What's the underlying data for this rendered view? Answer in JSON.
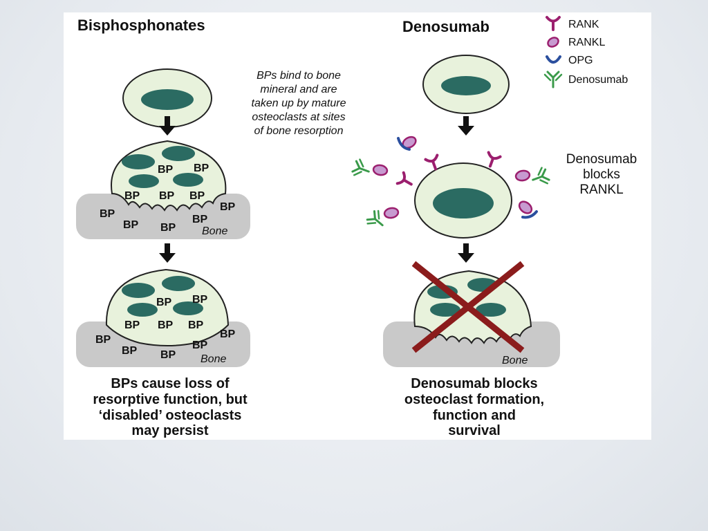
{
  "left_panel": {
    "heading": "Bisphosphonates",
    "note_lines": [
      "BPs bind to bone",
      "mineral and are",
      "taken up by mature",
      "osteoclasts at sites",
      "of bone resorption"
    ],
    "bp_label": "BP",
    "bone_label": "Bone",
    "caption_lines": [
      "BPs cause loss of",
      "resorptive function, but",
      "‘disabled’ osteoclasts",
      "may persist"
    ]
  },
  "right_panel": {
    "heading": "Denosumab",
    "side_label_lines": [
      "Denosumab",
      "blocks",
      "RANKL"
    ],
    "bone_label": "Bone",
    "caption_lines": [
      "Denosumab blocks",
      "osteoclast formation,",
      "function and",
      "survival"
    ]
  },
  "legend": {
    "items": [
      {
        "label": "RANK",
        "color": "#9b1f6e"
      },
      {
        "label": "RANKL",
        "color": "#9b1f6e"
      },
      {
        "label": "OPG",
        "color": "#2b4f9e"
      },
      {
        "label": "Denosumab",
        "color": "#3a9a4a"
      }
    ]
  },
  "colors": {
    "cell_fill": "#e8f2dc",
    "nucleus": "#2b6b62",
    "bone": "#c9c9c9",
    "cross": "#8b1c1c",
    "rankl_fill": "#c79ad0"
  }
}
